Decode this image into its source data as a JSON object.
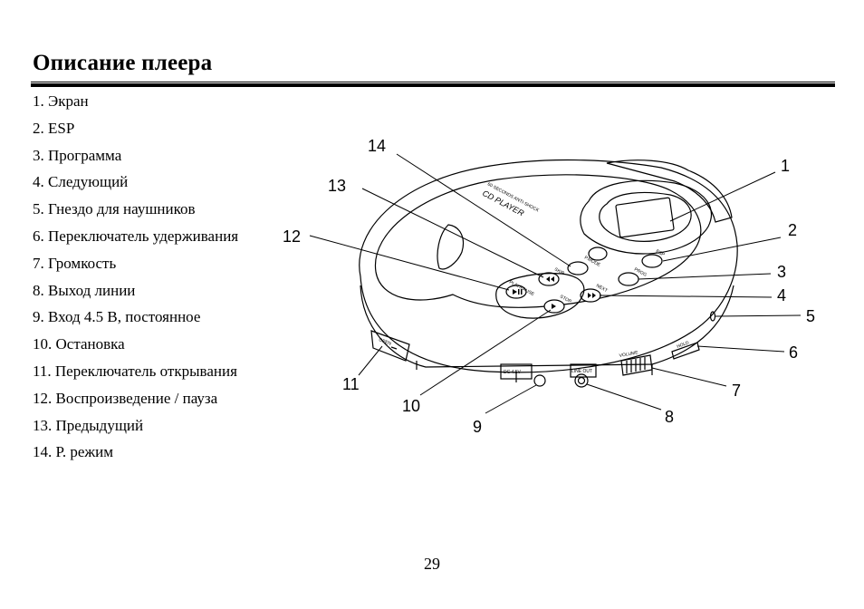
{
  "page": {
    "title": "Описание плеера",
    "page_number": "29"
  },
  "legend": [
    "1. Экран",
    "2. ESP",
    "3. Программа",
    "4. Следующий",
    "5. Гнездо для наушников",
    "6. Переключатель удерживания",
    "7. Громкость",
    "8. Выход линии",
    "9. Вход 4.5 В, постоянное",
    "10. Остановка",
    "11. Переключатель открывания",
    "12. Воспроизведение / пауза",
    "13. Предыдущий",
    "14. Р. режим"
  ],
  "diagram": {
    "callouts": [
      "1",
      "2",
      "3",
      "4",
      "5",
      "6",
      "7",
      "8",
      "9",
      "10",
      "11",
      "12",
      "13",
      "14"
    ],
    "device_labels": {
      "brand_tagline": "60 SECONDS ANTI-SHOCK",
      "brand_name": "CD PLAYER",
      "p_mode": "P.MODE",
      "esp": "ESP",
      "prog": "PROG",
      "skip_prev": "SKIP",
      "next": "NEXT",
      "play_pause": "PLAY/PAUSE",
      "stop": "STOP",
      "open": "OPEN",
      "dc_in": "DC 4.5V",
      "line_out": "LINE OUT",
      "volume": "VOLUME",
      "hold": "HOLD"
    }
  }
}
